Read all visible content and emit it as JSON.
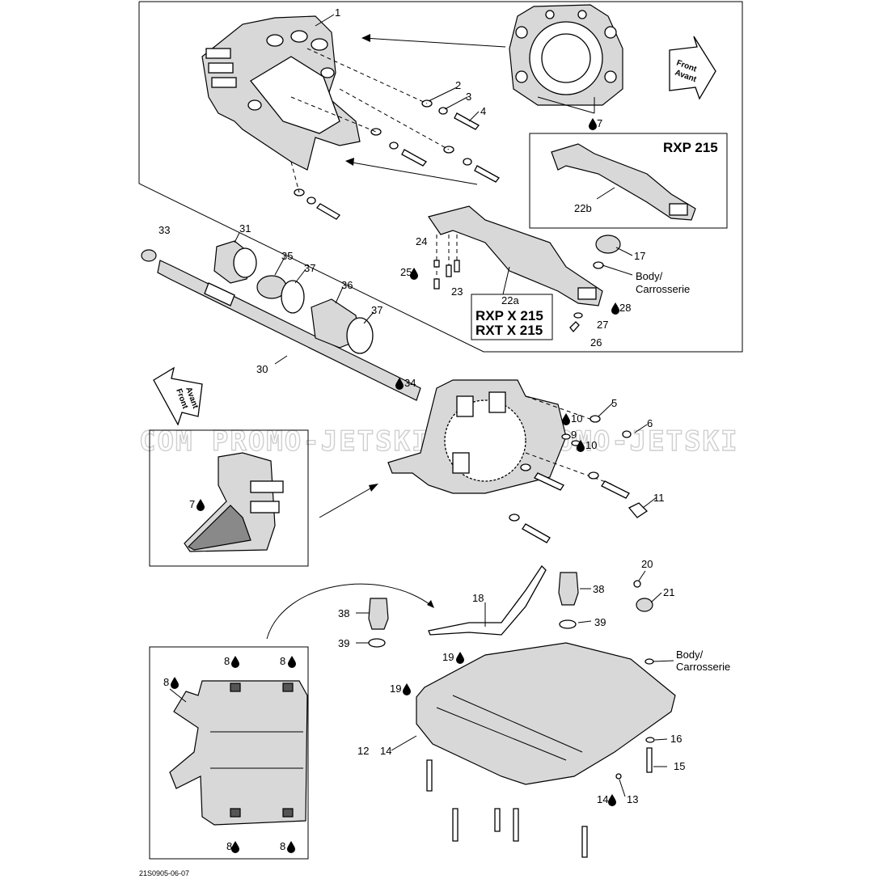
{
  "watermark": "COM   PROMO-JETSKI.COM PROMO-JETSKI",
  "footer_code": "21S0905-06-07",
  "front_arrow": {
    "line1": "Front",
    "line2": "Avant"
  },
  "model_labels": {
    "rxp215": "RXP 215",
    "rxpx215": "RXP X 215",
    "rxtx215": "RXT X 215"
  },
  "body_label": {
    "line1": "Body/",
    "line2": "Carrosserie"
  },
  "callouts": {
    "c1": "1",
    "c2": "2",
    "c3": "3",
    "c4": "4",
    "c5": "5",
    "c6": "6",
    "c7": "7",
    "c7b": "7",
    "c8a": "8",
    "c8b": "8",
    "c8c": "8",
    "c8d": "8",
    "c8e": "8",
    "c9": "9",
    "c10a": "10",
    "c10b": "10",
    "c11": "11",
    "c12": "12",
    "c13": "13",
    "c14": "14",
    "c14b": "14",
    "c15": "15",
    "c16": "16",
    "c17": "17",
    "c18": "18",
    "c19a": "19",
    "c19b": "19",
    "c20": "20",
    "c21": "21",
    "c22a": "22a",
    "c22b": "22b",
    "c23": "23",
    "c24": "24",
    "c25": "25",
    "c26": "26",
    "c27": "27",
    "c28": "28",
    "c30": "30",
    "c31": "31",
    "c33": "33",
    "c34": "34",
    "c35": "35",
    "c36": "36",
    "c37a": "37",
    "c37b": "37",
    "c38a": "38",
    "c38b": "38",
    "c39a": "39",
    "c39b": "39"
  }
}
